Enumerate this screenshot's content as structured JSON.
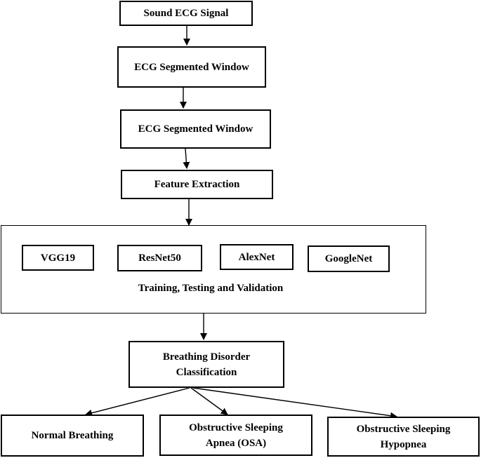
{
  "nodes": {
    "sound_ecg_signal": "Sound ECG Signal",
    "ecg_segmented_window_1": "ECG Segmented Window",
    "ecg_segmented_window_2": "ECG Segmented Window",
    "feature_extraction": "Feature Extraction",
    "models": {
      "vgg19": "VGG19",
      "resnet50": "ResNet50",
      "alexnet": "AlexNet",
      "googlenet": "GoogleNet"
    },
    "training_label": "Training, Testing and Validation",
    "classification_line1": "Breathing Disorder",
    "classification_line2": "Classification",
    "outputs": {
      "normal_breathing": "Normal Breathing",
      "osa_line1": "Obstructive Sleeping",
      "osa_line2": "Apnea (OSA)",
      "hypopnea_line1": "Obstructive Sleeping",
      "hypopnea_line2": "Hypopnea"
    }
  },
  "colors": {
    "stroke": "#000000",
    "background": "#ffffff"
  }
}
